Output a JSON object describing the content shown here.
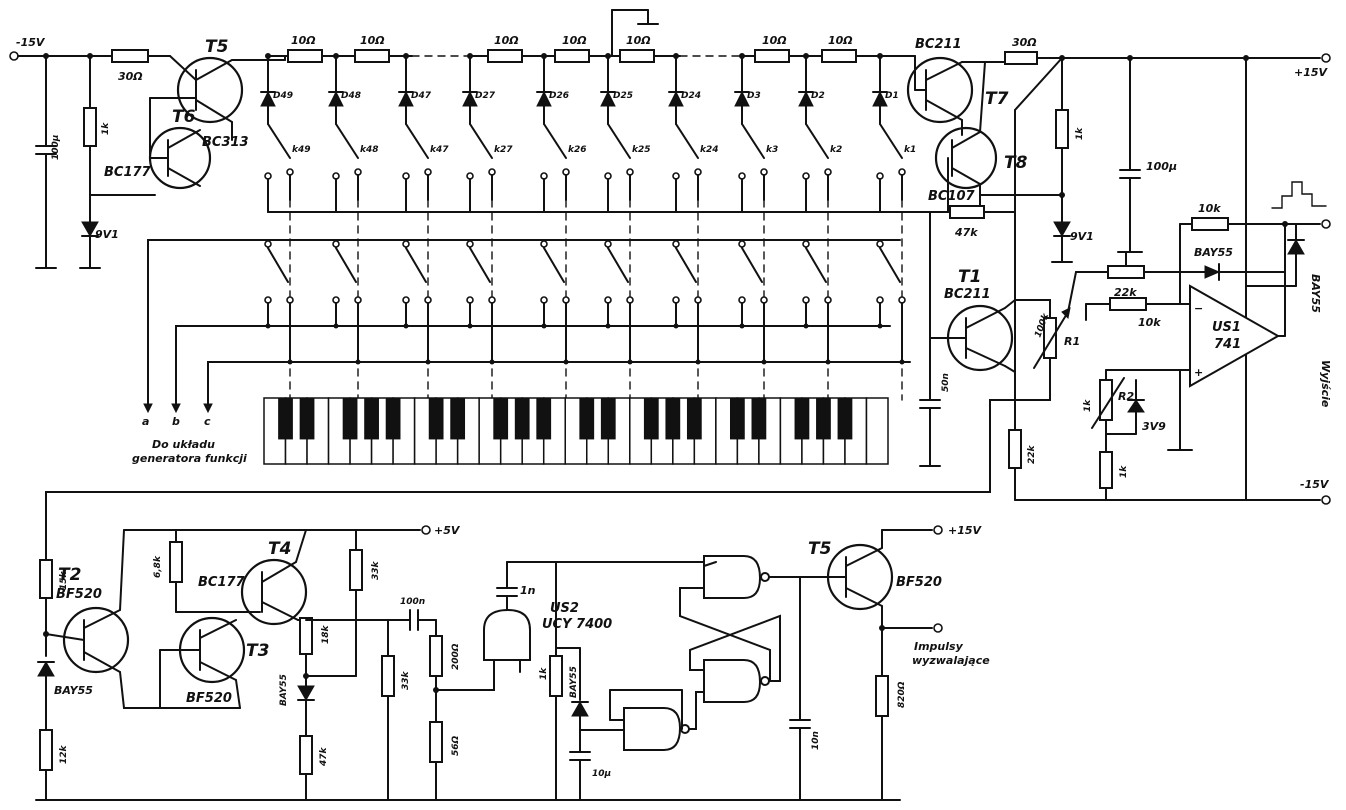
{
  "rails": {
    "neg15_left": "-15V",
    "pos15_right": "+15V",
    "neg15_right": "-15V",
    "pos5": "+5V",
    "pos15_lower": "+15V"
  },
  "top_resistors": [
    "10Ω",
    "10Ω",
    "10Ω",
    "10Ω",
    "10Ω",
    "10Ω",
    "10Ω",
    "30Ω"
  ],
  "r_30_left": "30Ω",
  "r_1k_left": "1k",
  "c_100u_left": "100μ",
  "z_9v1_left": "9V1",
  "t5_top_name": "T5",
  "t5_top_type": "BC313",
  "t6_name": "T6",
  "t6_type": "BC177",
  "diodes": [
    "D49",
    "D48",
    "D47",
    "D27",
    "D26",
    "D25",
    "D24",
    "D3",
    "D2",
    "D1"
  ],
  "keys": [
    "k49",
    "k48",
    "k47",
    "k27",
    "k26",
    "k25",
    "k24",
    "k3",
    "k2",
    "k1"
  ],
  "bus": [
    "a",
    "b",
    "c"
  ],
  "bus_note_1": "Do układu",
  "bus_note_2": "generatora funkcji",
  "t7_type": "BC211",
  "t7_name": "T7",
  "t8_name": "T8",
  "t8_type": "BC107",
  "r_1k_right": "1k",
  "c_100u_right": "100μ",
  "z_9v1_right": "9V1",
  "r_47k": "47k",
  "t1_name": "T1",
  "t1_type": "BC211",
  "c_50n": "50n",
  "r_100k": "100k",
  "r1_label": "R1",
  "r2_label": "R2",
  "r_22k_right": "22k",
  "r_22k_top": "22k",
  "r_10k_fb": "10k",
  "r_10k_in": "10k",
  "bay55_fb": "BAY55",
  "bay55_out": "BAY55",
  "us1_name": "US1",
  "us1_type": "741",
  "r_1k_pot": "1k",
  "r_1k_bottom": "1k",
  "z_3v9": "3V9",
  "out_label": "Wyjście",
  "t2_name": "T2",
  "t2_type": "BF520",
  "t3_name": "T3",
  "t3_type": "BF520",
  "t4_name": "T4",
  "t4_type": "BC177",
  "r_15k": "15k",
  "r_12k": "12k",
  "bay55_t2": "BAY55",
  "r_6k8": "6,8k",
  "r_33k": "33k",
  "r_18k": "18k",
  "bay55_t4": "BAY55",
  "r_47k_b": "47k",
  "c_100n": "100n",
  "r_33k_b": "33k",
  "r_200": "200Ω",
  "r_56": "56Ω",
  "c_1n": "1n",
  "us2_name": "US2",
  "us2_type": "UCY 7400",
  "r_1k_us2": "1k",
  "bay55_us2": "BAY55",
  "c_10u": "10μ",
  "c_10n": "10n",
  "t5b_name": "T5",
  "t5b_type": "BF520",
  "r_820": "820Ω",
  "pulse_1": "Impulsy",
  "pulse_2": "wyzwalające"
}
